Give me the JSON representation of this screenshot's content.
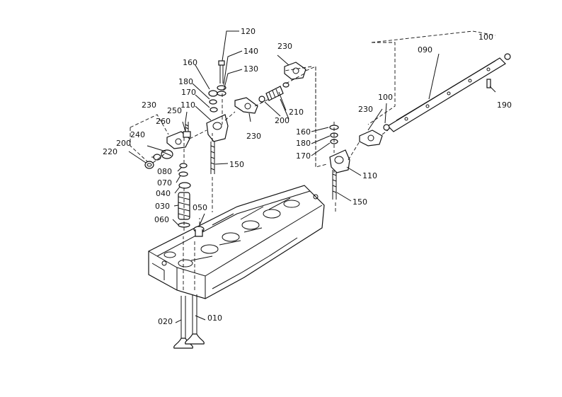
{
  "labels": {
    "p010": "010",
    "p020": "020",
    "p030": "030",
    "p040": "040",
    "p050": "050",
    "p060": "060",
    "p070": "070",
    "p080": "080",
    "p090": "090",
    "p100a": "100",
    "p100b": "100",
    "p110a": "110",
    "p110b": "110",
    "p120": "120",
    "p130": "130",
    "p140": "140",
    "p150a": "150",
    "p150b": "150",
    "p160a": "160",
    "p160b": "160",
    "p170a": "170",
    "p170b": "170",
    "p180a": "180",
    "p180b": "180",
    "p190": "190",
    "p200a": "200",
    "p200b": "200",
    "p210": "210",
    "p220": "220",
    "p230a": "230",
    "p230b": "230",
    "p230c": "230",
    "p230d": "230",
    "p240": "240",
    "p250": "250",
    "p260": "260"
  }
}
